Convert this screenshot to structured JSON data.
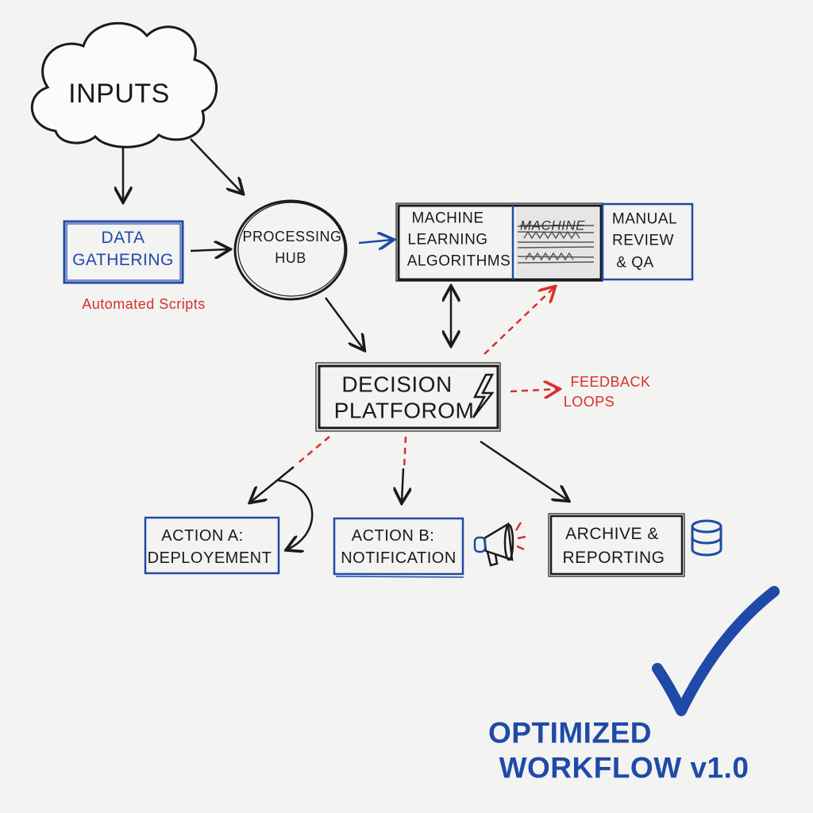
{
  "colors": {
    "ink": "#1a1a1a",
    "blue": "#1f4aa8",
    "red": "#d9302a",
    "paper": "#f3f3f2"
  },
  "nodes": {
    "inputs": "INPUTS",
    "data_gathering": [
      "DATA",
      "GATHERING"
    ],
    "data_gathering_note": "Automated Scripts",
    "processing_hub": [
      "PROCESSING",
      "HUB"
    ],
    "ml_algorithms": [
      "MACHINE",
      "LEARNING",
      "ALGORITHMS"
    ],
    "ml_scratched": "MACHINE",
    "manual_review": [
      "MANUAL",
      "REVIEW",
      "& QA"
    ],
    "decision_platform": [
      "DECISION",
      "PLATFOROM"
    ],
    "feedback_loops": [
      "FEEDBACK",
      "LOOPS"
    ],
    "action_a": [
      "ACTION A:",
      "DEPLOYEMENT"
    ],
    "action_b": [
      "ACTION B:",
      "NOTIFICATION"
    ],
    "archive": [
      "ARCHIVE &",
      "REPORTING"
    ]
  },
  "footer": {
    "line1": "OPTIMIZED",
    "line2": "WORKFLOW v1.0"
  },
  "icons": [
    "cloud-icon",
    "lightning-icon",
    "megaphone-icon",
    "database-icon",
    "checkmark-icon"
  ]
}
